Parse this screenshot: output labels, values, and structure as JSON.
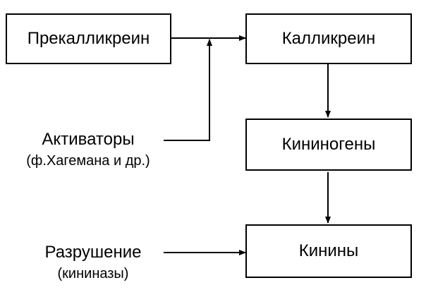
{
  "diagram": {
    "nodes": {
      "prekallikrein": "Прекалликреин",
      "kallikrein": "Калликреин",
      "kininogens": "Кининогены",
      "kinins": "Кинины"
    },
    "inputs": {
      "activators": {
        "main": "Активаторы",
        "sub": "(ф.Хагемана и др.)"
      },
      "destruction": {
        "main": "Разрушение",
        "sub": "(кининазы)"
      }
    }
  }
}
